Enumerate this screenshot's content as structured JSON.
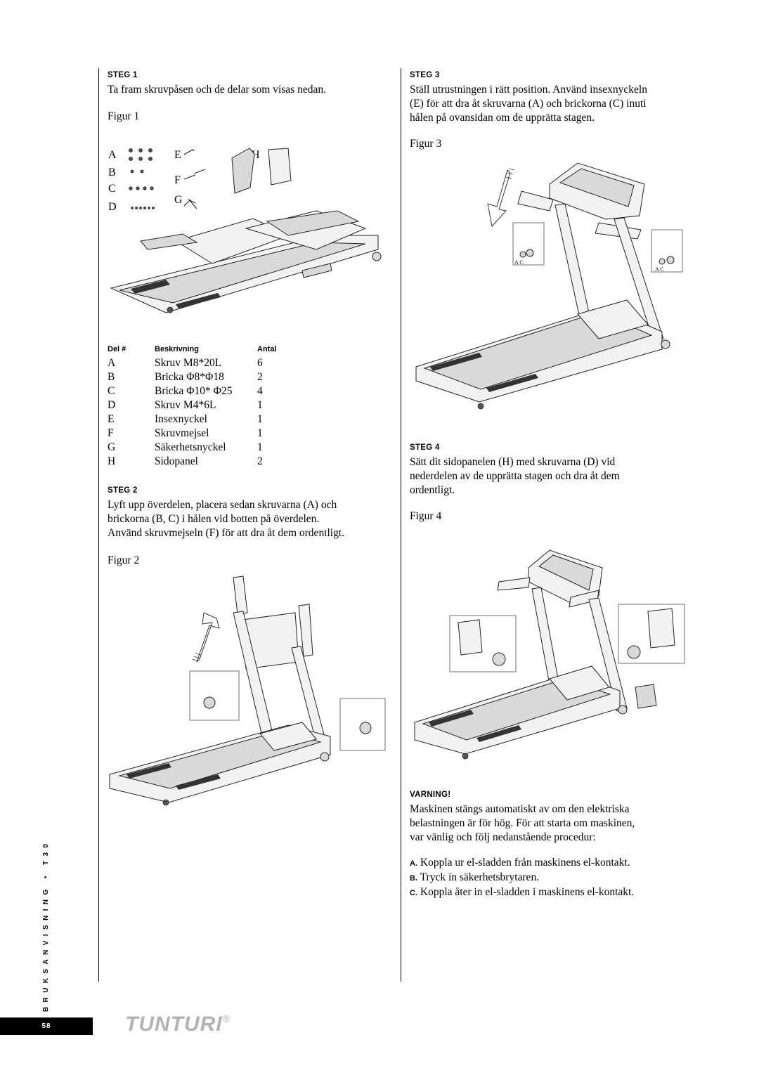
{
  "step1": {
    "heading": "STEG 1",
    "text": "Ta fram skruvpåsen och de delar som visas nedan.",
    "figure": "Figur 1",
    "part_letters": [
      "A",
      "B",
      "C",
      "D",
      "E",
      "F",
      "G",
      "H"
    ]
  },
  "parts_table": {
    "headers": [
      "Del #",
      "Beskrivning",
      "Antal"
    ],
    "rows": [
      [
        "A",
        "Skruv M8*20L",
        "6"
      ],
      [
        "B",
        "Bricka Φ8*Φ18",
        "2"
      ],
      [
        "C",
        "Bricka Φ10* Φ25",
        "4"
      ],
      [
        "D",
        "Skruv M4*6L",
        "1"
      ],
      [
        "E",
        "Insexnyckel",
        "1"
      ],
      [
        "F",
        "Skruvmejsel",
        "1"
      ],
      [
        "G",
        "Säkerhetsnyckel",
        "1"
      ],
      [
        "H",
        "Sidopanel",
        "2"
      ]
    ]
  },
  "step2": {
    "heading": "STEG 2",
    "lines": [
      "Lyft upp överdelen, placera sedan skruvarna (A) och",
      "brickorna (B, C) i hålen vid botten på överdelen.",
      "Använd skruvmejseln (F) för att dra åt dem ordentligt."
    ],
    "figure": "Figur 2"
  },
  "step3": {
    "heading": "STEG 3",
    "lines": [
      "Ställ utrustningen i rätt position. Använd insexnyckeln",
      "(E) för att dra åt skruvarna (A) och brickorna (C) inuti",
      "hålen på ovansidan om de upprätta stagen."
    ],
    "figure": "Figur 3"
  },
  "step4": {
    "heading": "STEG 4",
    "lines": [
      "Sätt dit sidopanelen (H) med skruvarna (D) vid",
      "nederdelen av de upprätta stagen och dra åt dem",
      "ordentligt."
    ],
    "figure": "Figur 4"
  },
  "warning": {
    "heading": "VARNING!",
    "lines": [
      "Maskinen stängs automatiskt av om den elektriska",
      "belastningen är för hög. För att starta om maskinen,",
      "var vänlig och följ nedanstående procedur:"
    ],
    "items": [
      {
        "letter": "A.",
        "text": "Koppla ur el-sladden från maskinens el-kontakt."
      },
      {
        "letter": "B.",
        "text": "Tryck in säkerhetsbrytaren."
      },
      {
        "letter": "C.",
        "text": "Koppla åter in el-sladden i maskinens el-kontakt."
      }
    ]
  },
  "footer": {
    "side_label": "BRUKSANVISNING • T30",
    "page_number": "58",
    "brand": "TUNTURI",
    "registered": "®"
  },
  "colors": {
    "text": "#000000",
    "page_box": "#000000",
    "logo": "#b3b3b3"
  }
}
